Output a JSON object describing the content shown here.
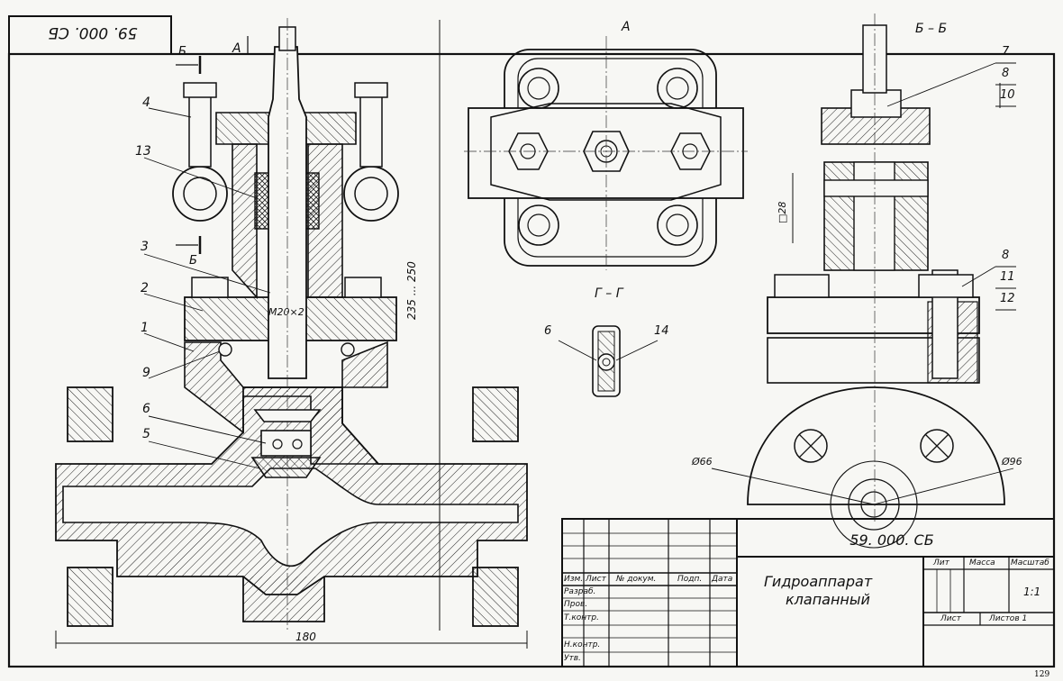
{
  "drawing_number_main": "59. 000. СБ",
  "drawing_number_stamp": "59. 000. СБ",
  "title_line1": "Гидроаппарат",
  "title_line2": "клапанный",
  "views": {
    "view_a": "А",
    "arrow_a": "А",
    "section_bb": "Б – Б",
    "section_gg": "Г – Г",
    "section_mark_b_top": "Б",
    "section_mark_b_bottom": "Б"
  },
  "dimensions": {
    "thread": "M20×2",
    "height_range": "235 ... 250",
    "width": "180",
    "square": "□28",
    "dia_small": "Ø66",
    "dia_large": "Ø96"
  },
  "part_numbers": {
    "p1": "1",
    "p2": "2",
    "p3": "3",
    "p4": "4",
    "p5": "5",
    "p6": "6",
    "p9": "9",
    "p13": "13",
    "gg_p6": "6",
    "gg_p14": "14",
    "bb_p7": "7",
    "bb_p8": "8",
    "bb_p10": "10",
    "bb_p8b": "8",
    "bb_p11": "11",
    "bb_p12": "12"
  },
  "title_block": {
    "col_izm": "Изм.",
    "col_list": "Лист",
    "col_ndoc": "№ докум.",
    "col_podp": "Подп.",
    "col_data": "Дата",
    "razrab": "Разраб.",
    "prov": "Пров.",
    "tkontr": "Т.контр.",
    "nkontr": "Н.контр.",
    "utv": "Утв.",
    "lit": "Лит",
    "massa": "Масса",
    "masshtab": "Масштаб",
    "scale_value": "1:1",
    "list": "Лист",
    "listov": "Листов 1"
  },
  "page_number": "129"
}
